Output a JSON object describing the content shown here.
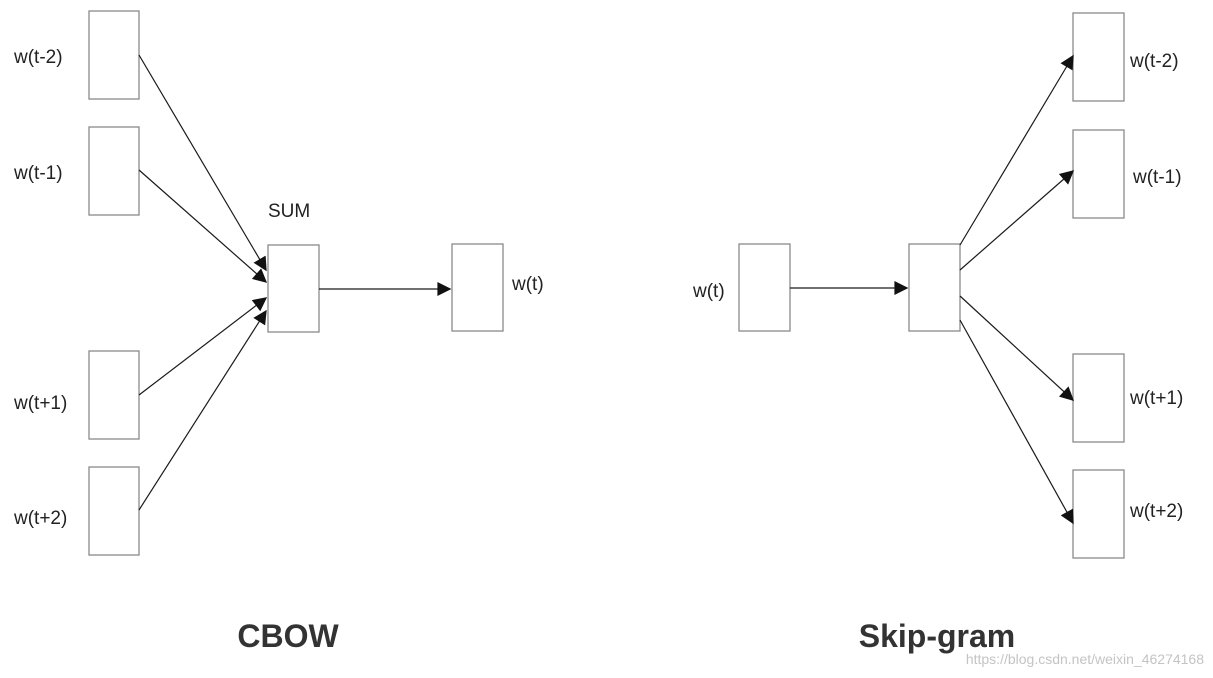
{
  "cbow": {
    "title": "CBOW",
    "sum_label": "SUM",
    "inputs": [
      "w(t-2)",
      "w(t-1)",
      "w(t+1)",
      "w(t+2)"
    ],
    "output": "w(t)"
  },
  "skipgram": {
    "title": "Skip-gram",
    "input": "w(t)",
    "outputs": [
      "w(t-2)",
      "w(t-1)",
      "w(t+1)",
      "w(t+2)"
    ]
  },
  "watermark": "https://blog.csdn.net/weixin_46274168"
}
